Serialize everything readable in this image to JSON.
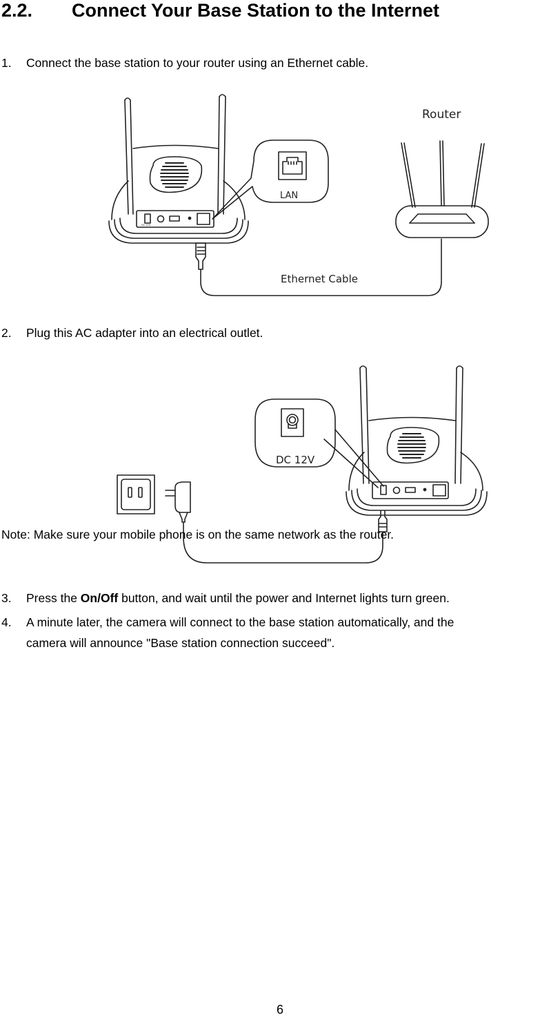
{
  "heading": {
    "number": "2.2.",
    "title": "Connect Your Base Station to the Internet"
  },
  "steps": [
    {
      "number": "1.",
      "text": "Connect the base station to your router using an Ethernet cable."
    },
    {
      "number": "2.",
      "text": "Plug this AC adapter into an electrical outlet."
    },
    {
      "number": "3.",
      "pre": "Press the ",
      "bold": "On/Off",
      "post": " button, and wait until the power and Internet lights turn green."
    },
    {
      "number": "4.",
      "line1": "A minute later, the camera will connect to the base station automatically, and the",
      "line2": "camera will announce \"Base station connection succeed\"."
    }
  ],
  "figure1": {
    "router_label": "Router",
    "lan_label": "LAN",
    "cable_label": "Ethernet Cable"
  },
  "figure2": {
    "dc_label": "DC 12V"
  },
  "note": "Note: Make sure your mobile phone is on the same network as the router.",
  "page_number": "6"
}
